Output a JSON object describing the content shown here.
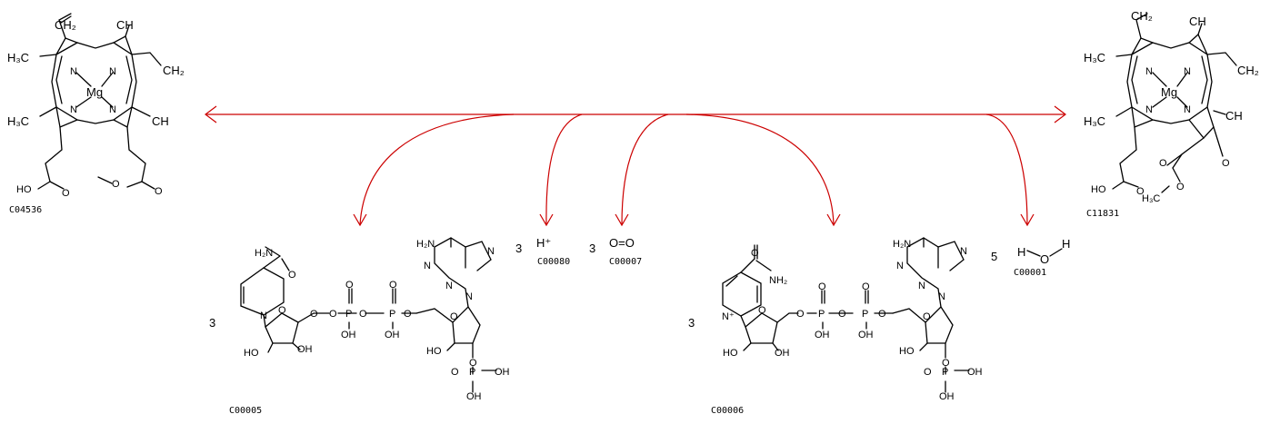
{
  "reactants": [
    {
      "id": "C04536",
      "label": "C04536",
      "metal": "Mg",
      "coefficient": ""
    },
    {
      "id": "C00005",
      "label": "C00005",
      "coefficient": "3"
    },
    {
      "id": "C00080",
      "label": "C00080",
      "coefficient": "3",
      "formula": "H⁺"
    },
    {
      "id": "C00007",
      "label": "C00007",
      "coefficient": "3",
      "formula": "O=O"
    }
  ],
  "products": [
    {
      "id": "C11831",
      "label": "C11831",
      "metal": "Mg",
      "coefficient": ""
    },
    {
      "id": "C00006",
      "label": "C00006",
      "coefficient": "3"
    },
    {
      "id": "C00001",
      "label": "C00001",
      "coefficient": "5",
      "formula": "H O H"
    }
  ],
  "atoms": {
    "mg": "Mg",
    "n": "N",
    "n_plus": "N⁺",
    "h3c": "H₃C",
    "ch2": "CH₂",
    "ho": "HO",
    "oh": "OH",
    "o": "O",
    "p": "P",
    "h2n": "H₂N",
    "nh2": "NH₂",
    "h": "H"
  },
  "colors": {
    "arrow": "#cc0000",
    "structure": "#000000",
    "background": "#ffffff"
  }
}
